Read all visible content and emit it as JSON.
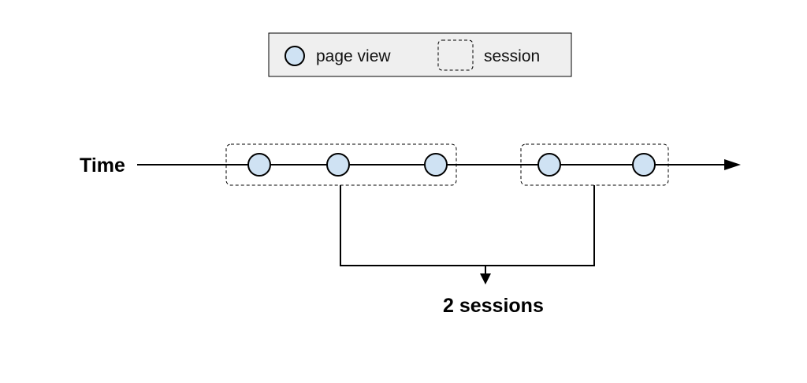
{
  "legend": {
    "page_view_label": "page view",
    "session_label": "session"
  },
  "timeline": {
    "axis_label": "Time",
    "sessions": [
      {
        "page_views": 3
      },
      {
        "page_views": 2
      }
    ]
  },
  "summary": {
    "label": "2 sessions"
  },
  "colors": {
    "node_fill": "#cfe2f3",
    "stroke": "#000000",
    "legend_background": "#efefef"
  }
}
